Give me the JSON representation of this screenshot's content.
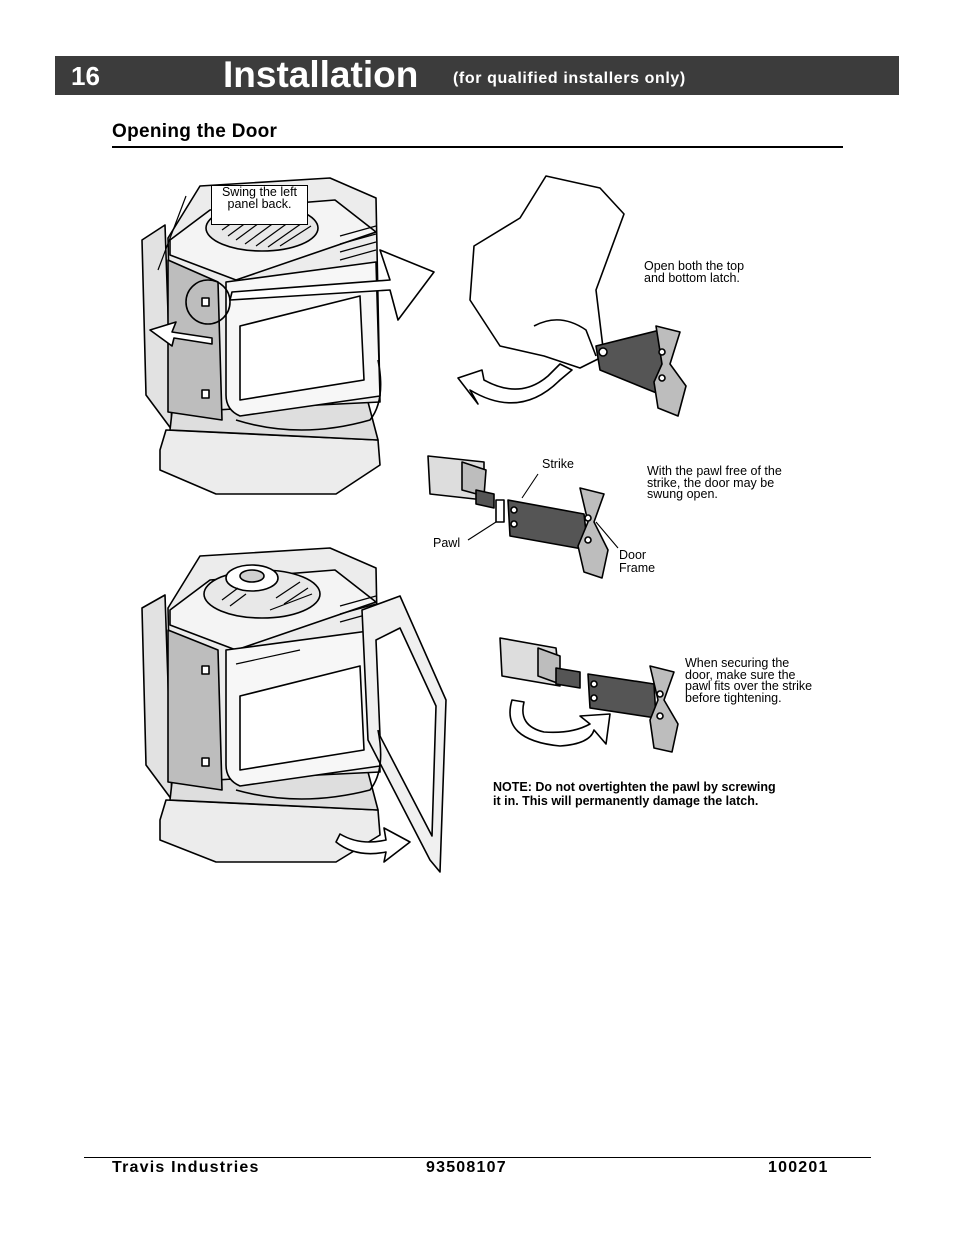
{
  "header": {
    "page_number": "16",
    "title": "Installation",
    "subtitle": "(for qualified installers only)"
  },
  "section": {
    "title": "Opening the Door"
  },
  "figure": {
    "callout_swing_line1": "Swing the left",
    "callout_swing_line2": "panel back.",
    "open_latch_line1": "Open both the top",
    "open_latch_line2": "and bottom latch.",
    "strike_label": "Strike",
    "pawl_label": "Pawl",
    "door_frame_line1": "Door",
    "door_frame_line2": "Frame",
    "pawl_free_line1": "With the pawl free of the",
    "pawl_free_line2": "strike, the door may be",
    "pawl_free_line3": "swung open.",
    "securing_line1": "When securing the",
    "securing_line2": "door, make sure the",
    "securing_line3": "pawl fits over the strike",
    "securing_line4": "before tightening.",
    "note_line1": "NOTE: Do not overtighten the pawl by screwing",
    "note_line2": "it in.  This will permanently damage the latch."
  },
  "footer": {
    "company": "Travis  Industries",
    "part_number": "93508107",
    "date_code": "100201"
  }
}
